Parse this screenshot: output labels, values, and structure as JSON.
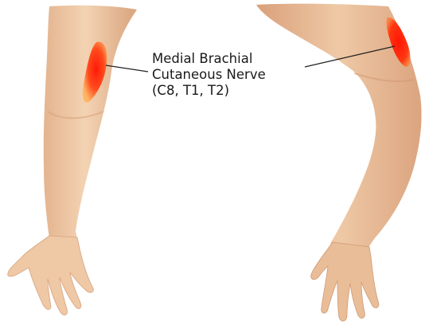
{
  "diagram": {
    "label_lines": [
      "Medial Brachial",
      "Cutaneous Nerve",
      "(C8, T1, T2)"
    ]
  },
  "colors": {
    "background": "#ffffff",
    "skin_light": "#f1cfae",
    "skin_mid": "#e3b38e",
    "skin_shadow": "#c98f68",
    "dermatome_core": "#ff2a10",
    "dermatome_edge": "#ffb15a",
    "leader_line": "#222222",
    "text": "#1a1a1a"
  }
}
